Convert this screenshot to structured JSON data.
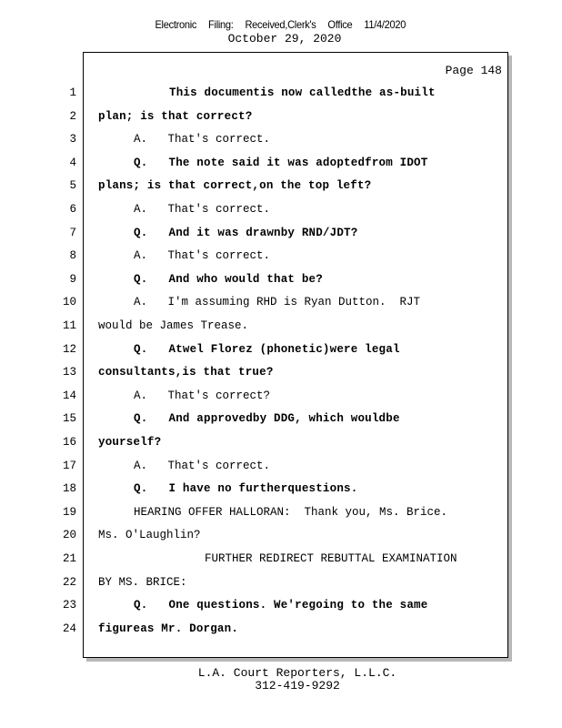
{
  "filing_header": {
    "parts": [
      "Electronic",
      "Filing:",
      "Received,Clerk's",
      "Office",
      "11/4/2020"
    ]
  },
  "date": "October 29, 2020",
  "page_label": "Page 148",
  "transcript_lines": [
    {
      "num": "1",
      "indent": 10,
      "bold": true,
      "text": "This documentis now calledthe as-built"
    },
    {
      "num": "2",
      "indent": 0,
      "bold": true,
      "text": "plan; is that correct?"
    },
    {
      "num": "3",
      "indent": 5,
      "bold": false,
      "text": "A.   That's correct."
    },
    {
      "num": "4",
      "indent": 5,
      "bold": true,
      "text": "Q.   The note said it was adoptedfrom IDOT"
    },
    {
      "num": "5",
      "indent": 0,
      "bold": true,
      "text": "plans; is that correct,on the top left?"
    },
    {
      "num": "6",
      "indent": 5,
      "bold": false,
      "text": "A.   That's correct."
    },
    {
      "num": "7",
      "indent": 5,
      "bold": true,
      "text": "Q.   And it was drawnby RND/JDT?"
    },
    {
      "num": "8",
      "indent": 5,
      "bold": false,
      "text": "A.   That's correct."
    },
    {
      "num": "9",
      "indent": 5,
      "bold": true,
      "text": "Q.   And who would that be?"
    },
    {
      "num": "10",
      "indent": 5,
      "bold": false,
      "text": "A.   I'm assuming RHD is Ryan Dutton.  RJT"
    },
    {
      "num": "11",
      "indent": 0,
      "bold": false,
      "text": "would be James Trease."
    },
    {
      "num": "12",
      "indent": 5,
      "bold": true,
      "text": "Q.   Atwel Florez (phonetic)were legal"
    },
    {
      "num": "13",
      "indent": 0,
      "bold": true,
      "text": "consultants,is that true?"
    },
    {
      "num": "14",
      "indent": 5,
      "bold": false,
      "text": "A.   That's correct?"
    },
    {
      "num": "15",
      "indent": 5,
      "bold": true,
      "text": "Q.   And approvedby DDG, which wouldbe"
    },
    {
      "num": "16",
      "indent": 0,
      "bold": true,
      "text": "yourself?"
    },
    {
      "num": "17",
      "indent": 5,
      "bold": false,
      "text": "A.   That's correct."
    },
    {
      "num": "18",
      "indent": 5,
      "bold": true,
      "text": "Q.   I have no furtherquestions."
    },
    {
      "num": "19",
      "indent": 5,
      "bold": false,
      "text": "HEARING OFFER HALLORAN:  Thank you, Ms. Brice."
    },
    {
      "num": "20",
      "indent": 0,
      "bold": false,
      "text": "Ms. O'Laughlin?"
    },
    {
      "num": "21",
      "indent": 15,
      "bold": false,
      "text": "FURTHER REDIRECT REBUTTAL EXAMINATION"
    },
    {
      "num": "22",
      "indent": 0,
      "bold": false,
      "text": "BY MS. BRICE:"
    },
    {
      "num": "23",
      "indent": 5,
      "bold": true,
      "text": "Q.   One questions. We'regoing to the same"
    },
    {
      "num": "24",
      "indent": 0,
      "bold": true,
      "text": "figureas Mr. Dorgan."
    }
  ],
  "footer": {
    "company": "L.A. Court Reporters, L.L.C.",
    "phone": "312-419-9292"
  }
}
